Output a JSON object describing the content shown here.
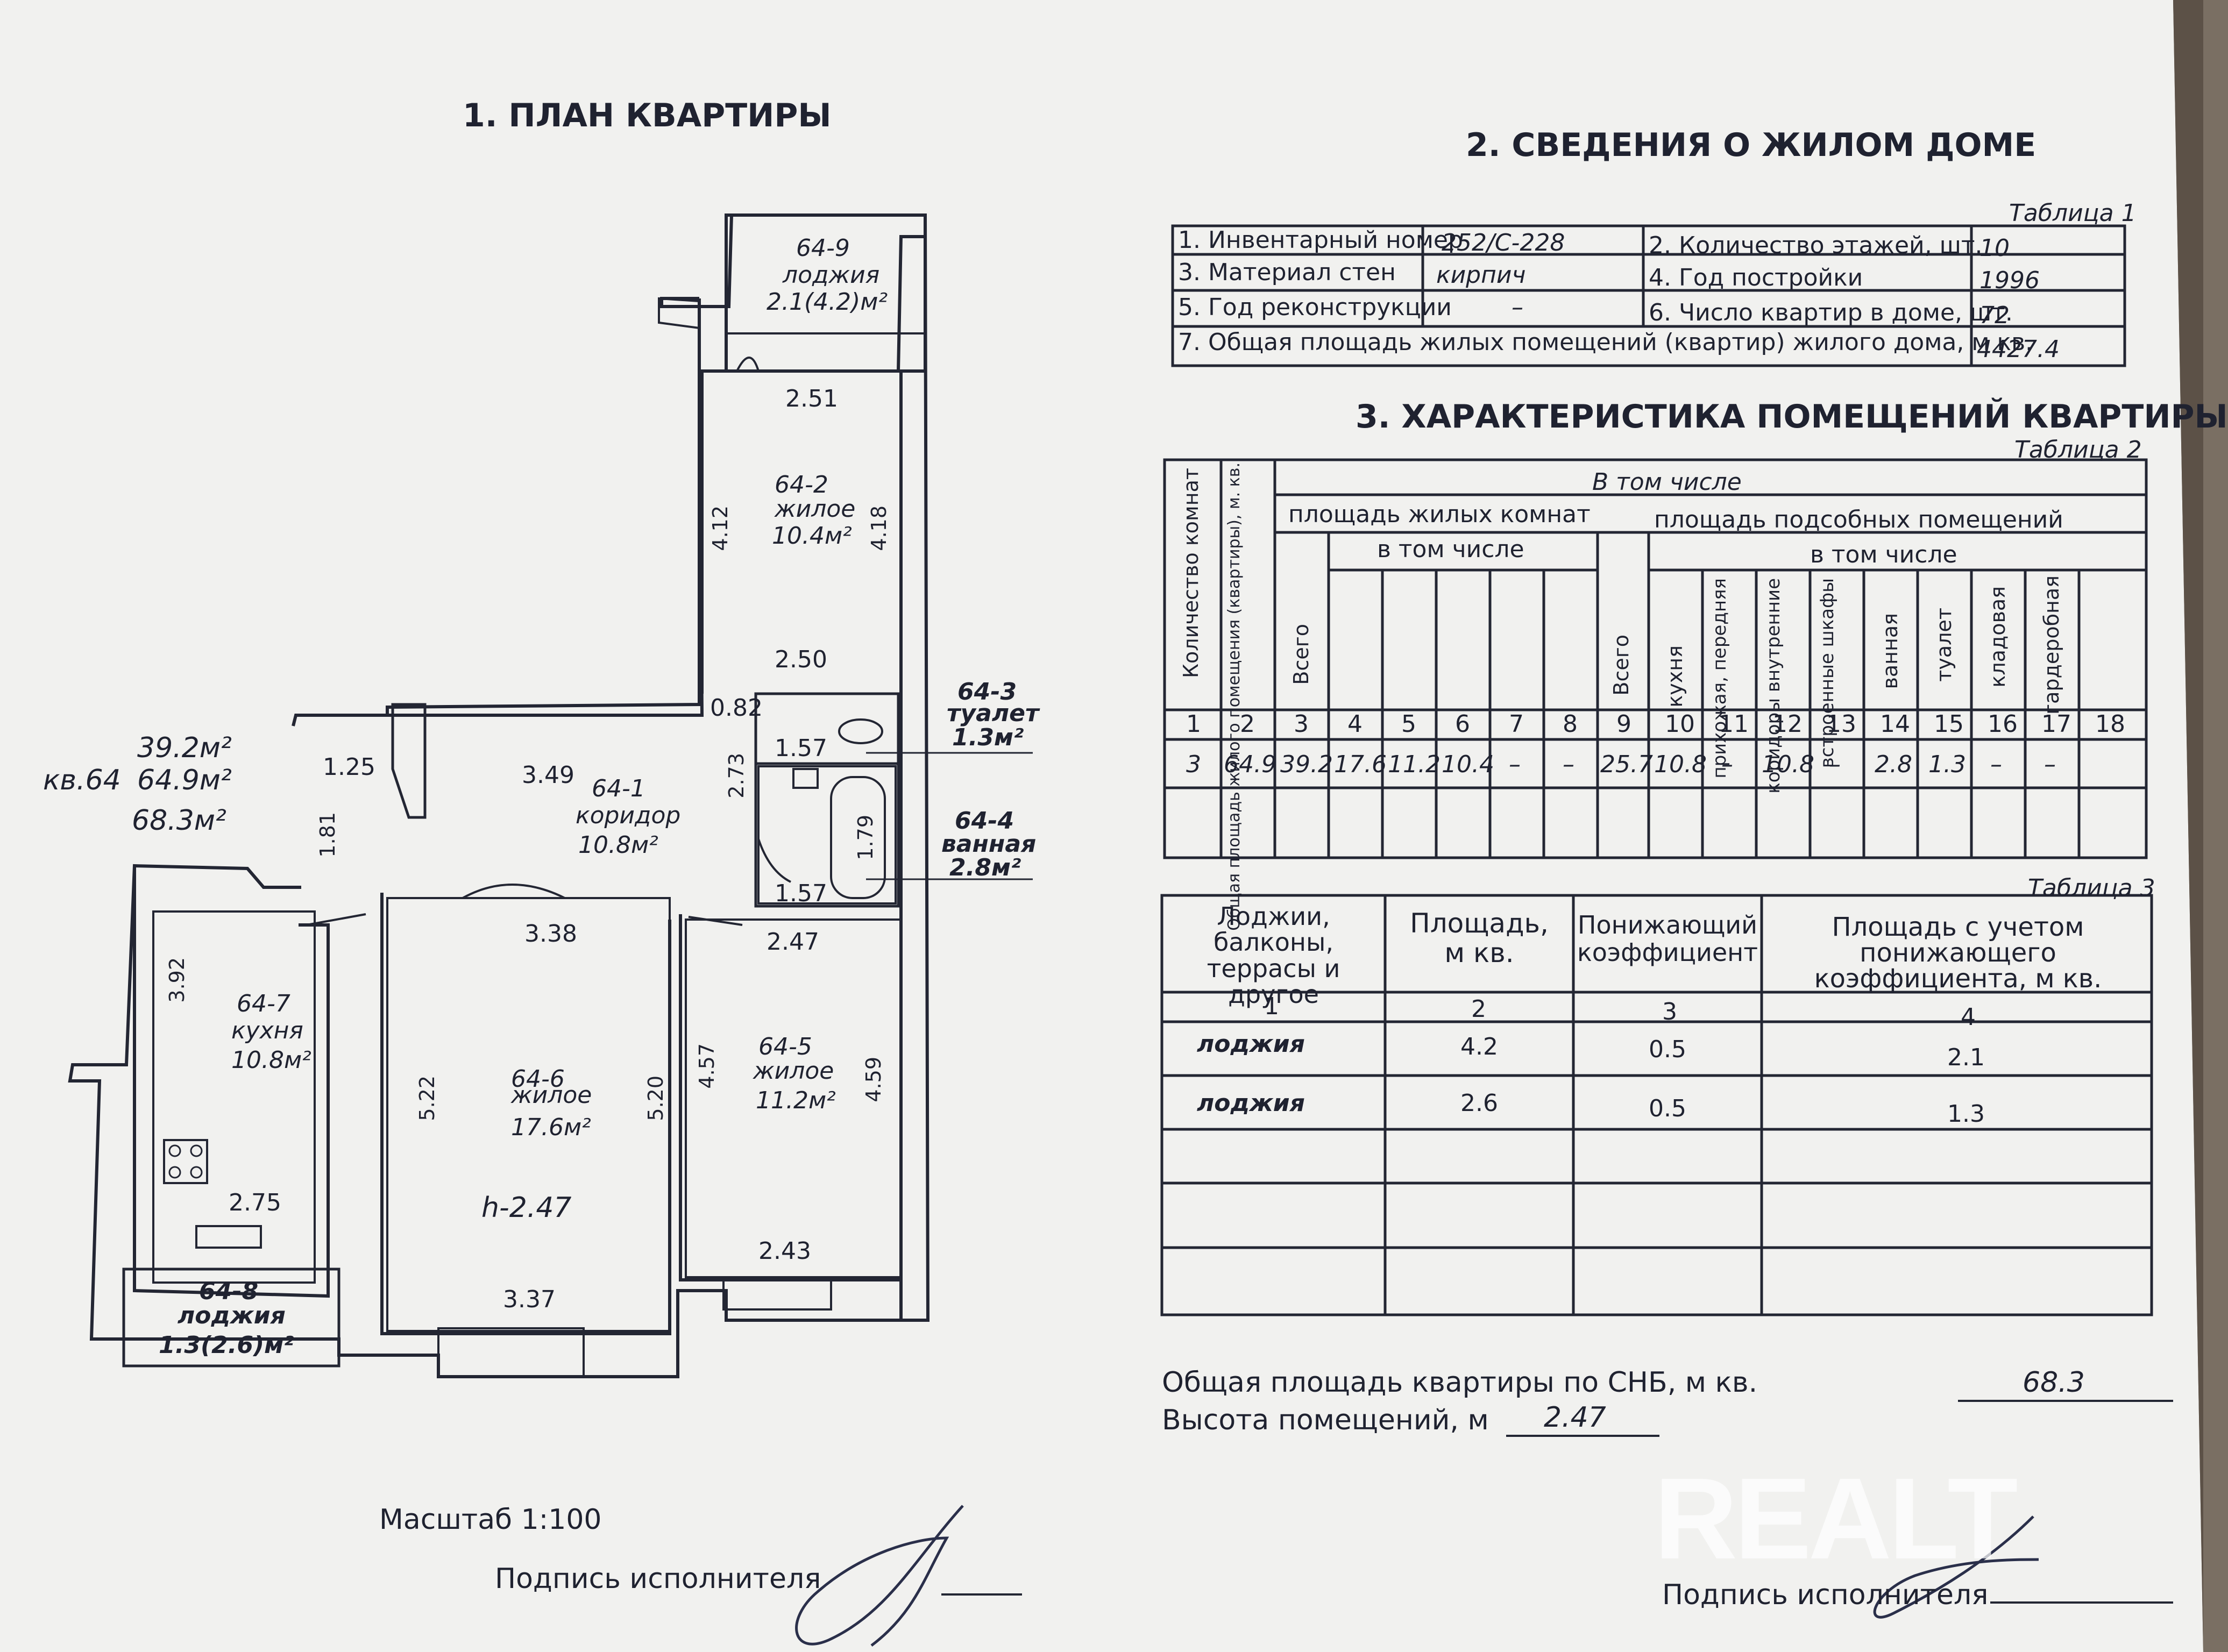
{
  "sections": {
    "plan_title": "1. ПЛАН КВАРТИРЫ",
    "house_title": "2. СВЕДЕНИЯ О ЖИЛОМ ДОМЕ",
    "rooms_title": "3. ХАРАКТЕРИСТИКА ПОМЕЩЕНИЙ КВАРТИРЫ"
  },
  "plan": {
    "apartment_label": "кв.64",
    "area_living": "39.2м²",
    "area_total": "64.9м²",
    "area_snb": "68.3м²",
    "rooms": [
      {
        "id": "64-9",
        "name": "лоджия",
        "area": "2.1(4.2)м²"
      },
      {
        "id": "64-2",
        "name": "жилое",
        "area": "10.4м²"
      },
      {
        "id": "64-1",
        "name": "коридор",
        "area": "10.8м²"
      },
      {
        "id": "64-3",
        "name": "туалет",
        "area": "1.3м²"
      },
      {
        "id": "64-4",
        "name": "ванная",
        "area": "2.8м²"
      },
      {
        "id": "64-7",
        "name": "кухня",
        "area": "10.8м²"
      },
      {
        "id": "64-6",
        "name": "жилое",
        "area": "17.6м²"
      },
      {
        "id": "64-5",
        "name": "жилое",
        "area": "11.2м²"
      },
      {
        "id": "64-8",
        "name": "лоджия",
        "area": "1.3(2.6)м²"
      }
    ],
    "dims": {
      "d251": "2.51",
      "d412": "4.12",
      "d418": "4.18",
      "d250": "2.50",
      "d082": "0.82",
      "d157a": "1.57",
      "d273": "2.73",
      "d179": "1.79",
      "d157b": "1.57",
      "d125": "1.25",
      "d349": "3.49",
      "d181": "1.81",
      "d338": "3.38",
      "d247": "2.47",
      "d392": "3.92",
      "d522": "5.22",
      "d520": "5.20",
      "d457": "4.57",
      "d459": "4.59",
      "d275": "2.75",
      "d243": "2.43",
      "d337": "3.37"
    },
    "height": "h-2.47",
    "scale": "Масштаб  1:100",
    "signature": "Подпись исполнителя"
  },
  "table1": {
    "caption": "Таблица 1",
    "rows": [
      {
        "l1": "1. Инвентарный номер",
        "v1": "252/С-228",
        "l2": "2. Количество этажей, шт.",
        "v2": "10"
      },
      {
        "l1": "3. Материал стен",
        "v1": "кирпич",
        "l2": "4. Год постройки",
        "v2": "1996"
      },
      {
        "l1": "5. Год реконструкции",
        "v1": "–",
        "l2": "6. Число квартир в доме, шт.",
        "v2": "72"
      }
    ],
    "total_label": "7. Общая площадь жилых помещений (квартир) жилого дома, м кв.",
    "total_value": "4427.4"
  },
  "table2": {
    "caption": "Таблица 2",
    "h_incl": "В том числе",
    "h_living": "площадь жилых комнат",
    "h_living_incl": "в том числе",
    "h_aux": "площадь подсобных помещений",
    "h_aux_incl": "в том числе",
    "h_rooms": "Количество комнат",
    "h_total": "Общая площадь жилого помещения (квартиры), м. кв.",
    "h_all1": "Всего",
    "h_all2": "Всего",
    "h_kitchen": "кухня",
    "h_hall": "прихожая, передняя",
    "h_corr": "коридоры внутренние",
    "h_closet": "встроенные шкафы",
    "h_bath": "ванная",
    "h_wc": "туалет",
    "h_pantry": "кладовая",
    "h_wardrobe": "гардеробная",
    "numbers": [
      "1",
      "2",
      "3",
      "4",
      "5",
      "6",
      "7",
      "8",
      "9",
      "10",
      "11",
      "12",
      "13",
      "14",
      "15",
      "16",
      "17",
      "18"
    ],
    "values": [
      "3",
      "64.9",
      "39.2",
      "17.6",
      "11.2",
      "10.4",
      "–",
      "–",
      "25.7",
      "10.8",
      "–",
      "10.8",
      "–",
      "2.8",
      "1.3",
      "–",
      "–",
      ""
    ]
  },
  "table3": {
    "caption": "Таблица 3",
    "h1": "Лоджии, балконы, террасы и другое",
    "h2": "Площадь, м кв.",
    "h3": "Понижающий коэффициент",
    "h4": "Площадь с учетом понижающего коэффициента, м кв.",
    "numbers": [
      "1",
      "2",
      "3",
      "4"
    ],
    "rows": [
      [
        "лоджия",
        "4.2",
        "0.5",
        "2.1"
      ],
      [
        "лоджия",
        "2.6",
        "0.5",
        "1.3"
      ]
    ]
  },
  "summary": {
    "total_label": "Общая площадь квартиры по СНБ, м кв.",
    "total_value": "68.3",
    "height_label": "Высота помещений, м",
    "height_value": "2.47",
    "signature": "Подпись исполнителя"
  },
  "watermark": "REALT"
}
